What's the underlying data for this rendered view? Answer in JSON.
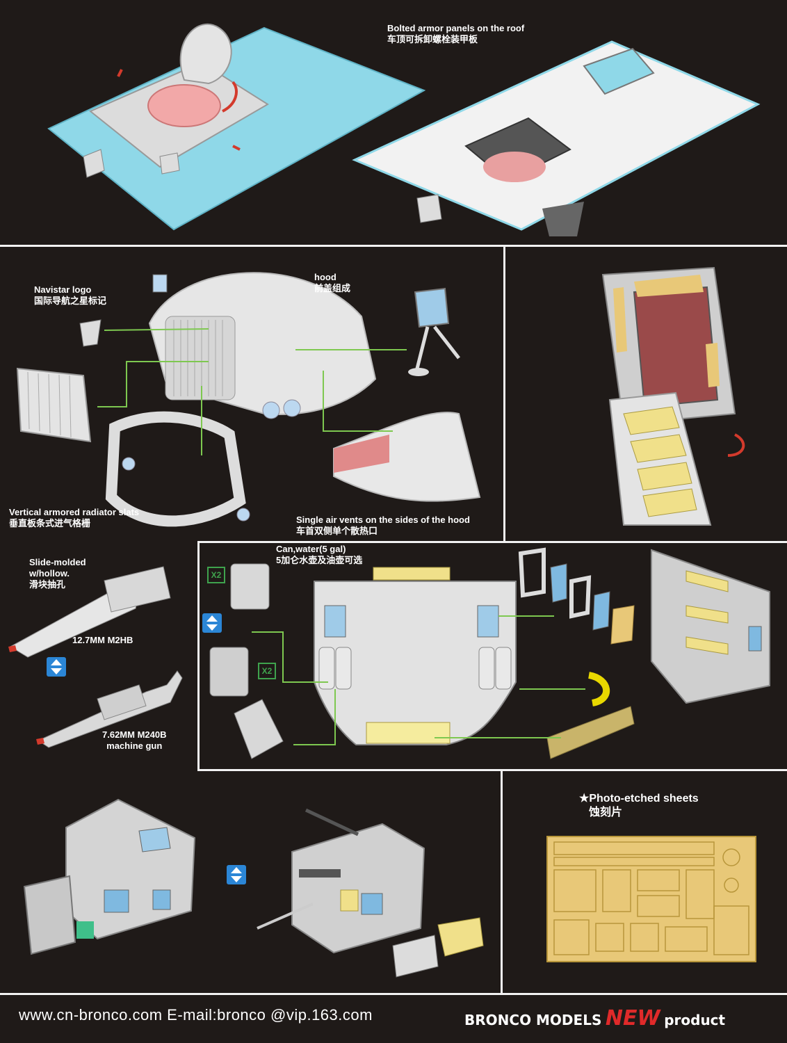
{
  "roof": {
    "title_en": "Bolted armor panels on the roof",
    "title_zh": "车顶可拆卸螺栓装甲板"
  },
  "hood": {
    "navistar_en": "Navistar logo",
    "navistar_zh": "国际导航之星标记",
    "hood_en": "hood",
    "hood_zh": "前盖组成",
    "slats_en": "Vertical armored radiator slats",
    "slats_zh": "垂直板条式进气格栅",
    "vents_en": "Single air vents on the sides of the hood",
    "vents_zh": "车首双侧单个散热口"
  },
  "weapons": {
    "slide_en_1": "Slide-molded",
    "slide_en_2": "w/hollow.",
    "slide_zh": "滑块抽孔",
    "m2hb": "12.7MM M2HB",
    "m240b_1": "7.62MM M240B",
    "m240b_2": "machine gun"
  },
  "cans": {
    "title_en": "Can,water(5 gal)",
    "title_zh": "5加仑水壶及油壶可选",
    "qty_1": "X2",
    "qty_2": "X2"
  },
  "photo_etch": {
    "title_en": "★Photo-etched sheets",
    "title_zh": "蚀刻片"
  },
  "footer": {
    "website": "www.cn-bronco.com E-mail:bronco @vip.163.com",
    "brand": "BRONCO MODELS",
    "new": "NEW",
    "product": "product"
  },
  "colors": {
    "background": "#1f1a18",
    "armor_blue": "#8fd8e8",
    "part_grey": "#dcdcdc",
    "pe_gold": "#e8c878",
    "leader_green": "#7ec850",
    "accent_red": "#d33a2c",
    "swap_blue": "#2b86d6"
  }
}
